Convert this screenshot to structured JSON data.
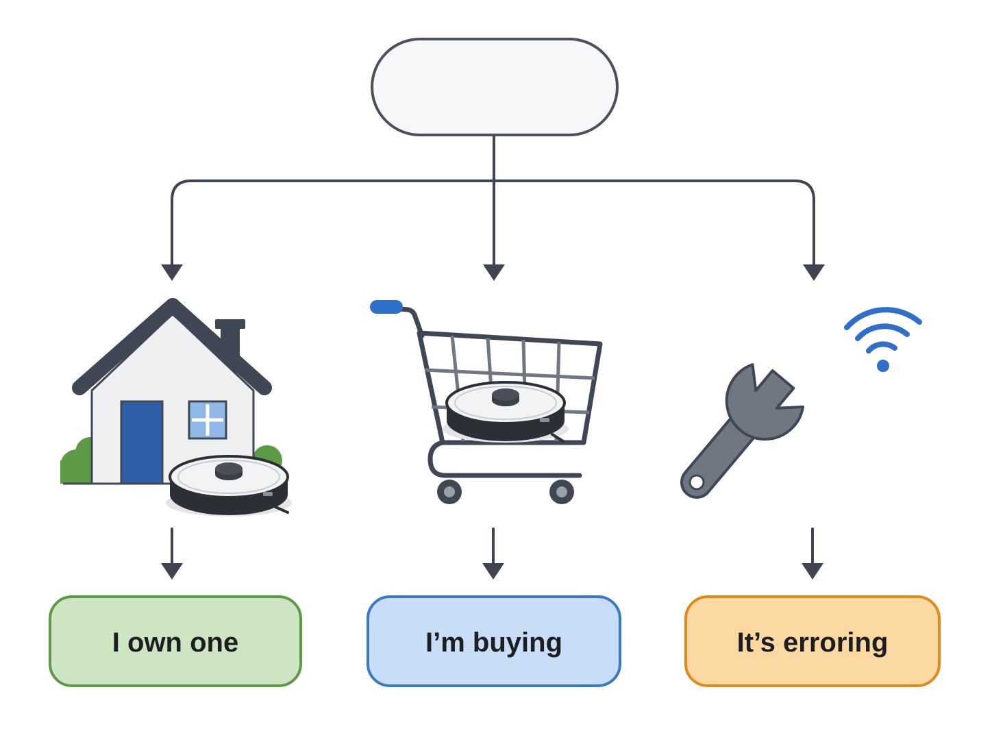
{
  "diagram": {
    "root": {
      "label": ""
    },
    "branches": [
      {
        "id": "own",
        "icon": "house-with-robot-vacuum-icon",
        "label": "I own one",
        "fill": "#cde5c2",
        "stroke": "#5c9a45"
      },
      {
        "id": "buying",
        "icon": "shopping-cart-with-robot-vacuum-icon",
        "label": "I’m buying",
        "fill": "#c9ddf7",
        "stroke": "#3a78c8"
      },
      {
        "id": "erroring",
        "icon": "wrench-with-wifi-icon",
        "label": "It’s erroring",
        "fill": "#fcd9a3",
        "stroke": "#e08a1e"
      }
    ]
  },
  "colors": {
    "line": "#3f4550",
    "root_fill": "#f6f7f8",
    "icon_dark": "#3f4754",
    "icon_gray": "#6f7782",
    "accent_blue": "#2f6fc9",
    "bush_green": "#5c9a45"
  }
}
